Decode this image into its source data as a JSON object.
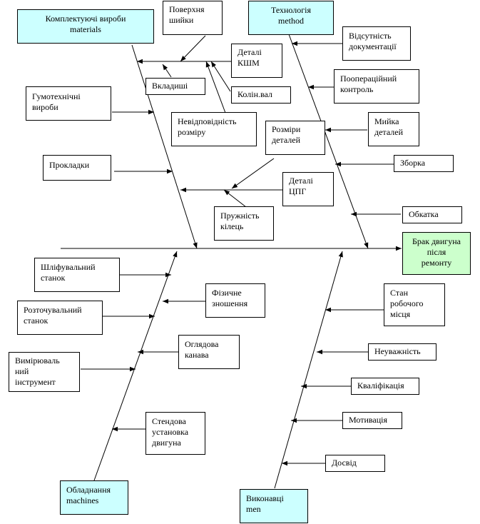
{
  "categories": {
    "materials": "Комплектуючі вироби\nmaterials",
    "method": "Технологія\nmethod",
    "machines": "Обладнання\nmachines",
    "men": "Виконавці\nmen"
  },
  "effect": "Брак двигуна\nпісля\nремонту",
  "causes": {
    "poverkhnia_shyiky": "Поверхня\nшийки",
    "detali_kshm": "Деталі\nКШМ",
    "vkladyshi": "Вкладиші",
    "kolin_val": "Колін.вал",
    "humotekhnichni": "Гумотехнічні\nвироби",
    "nevidpovidnist": "Невідповідність\nрозміру",
    "rozmiry_detalei": "Розміри\nдеталей",
    "prokladky": "Прокладки",
    "detali_tspg": "Деталі\nЦПГ",
    "pruzhnist": "Пружність\nкілець",
    "vidsutnist_dok": "Відсутність\nдокументації",
    "pooperatsiinyi": "Поопераційний\nконтроль",
    "myika": "Мийка\nдеталей",
    "zborka": "Зборка",
    "obkatka": "Обкатка",
    "shlifuvalnyi": "Шліфувальний\nстанок",
    "fizychne": "Фізичне\nзношення",
    "roztochuvalnyi": "Розточувальний\nстанок",
    "ohliadova": "Оглядова\nканава",
    "vymiriuvalnyi": "Вимірюваль\nний\nінструмент",
    "stendova": "Стендова\nустановка\nдвигуна",
    "stan_mistsia": "Стан\nробочого\nмісця",
    "neuvazhnist": "Неуважність",
    "kvalifikatsiia": "Кваліфікація",
    "motyvatsiia": "Мотивація",
    "dosvid": "Досвід"
  }
}
